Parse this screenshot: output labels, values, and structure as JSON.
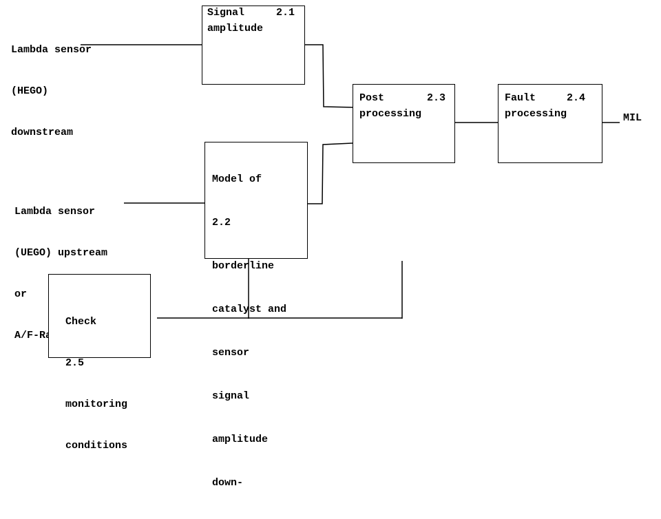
{
  "inputs": {
    "hego": [
      "Lambda sensor",
      "(HEGO)",
      "downstream"
    ],
    "uego": [
      "Lambda sensor",
      "(UEGO) upstream",
      "or",
      "A/F-Ratio"
    ]
  },
  "blocks": {
    "b21": {
      "title": "Signal",
      "number": "2.1",
      "lines": [
        "amplitude"
      ]
    },
    "b22": {
      "lines": [
        "Model of",
        "2.2",
        "borderline",
        "catalyst and",
        "sensor",
        "signal",
        "amplitude",
        "down-"
      ]
    },
    "b23": {
      "title": "Post",
      "number": "2.3",
      "lines": [
        "processing"
      ]
    },
    "b24": {
      "title": "Fault",
      "number": "2.4",
      "lines": [
        "processing"
      ]
    },
    "b25": {
      "lines": [
        "Check",
        "2.5",
        "monitoring",
        "conditions"
      ]
    }
  },
  "output": {
    "label": "MIL"
  }
}
